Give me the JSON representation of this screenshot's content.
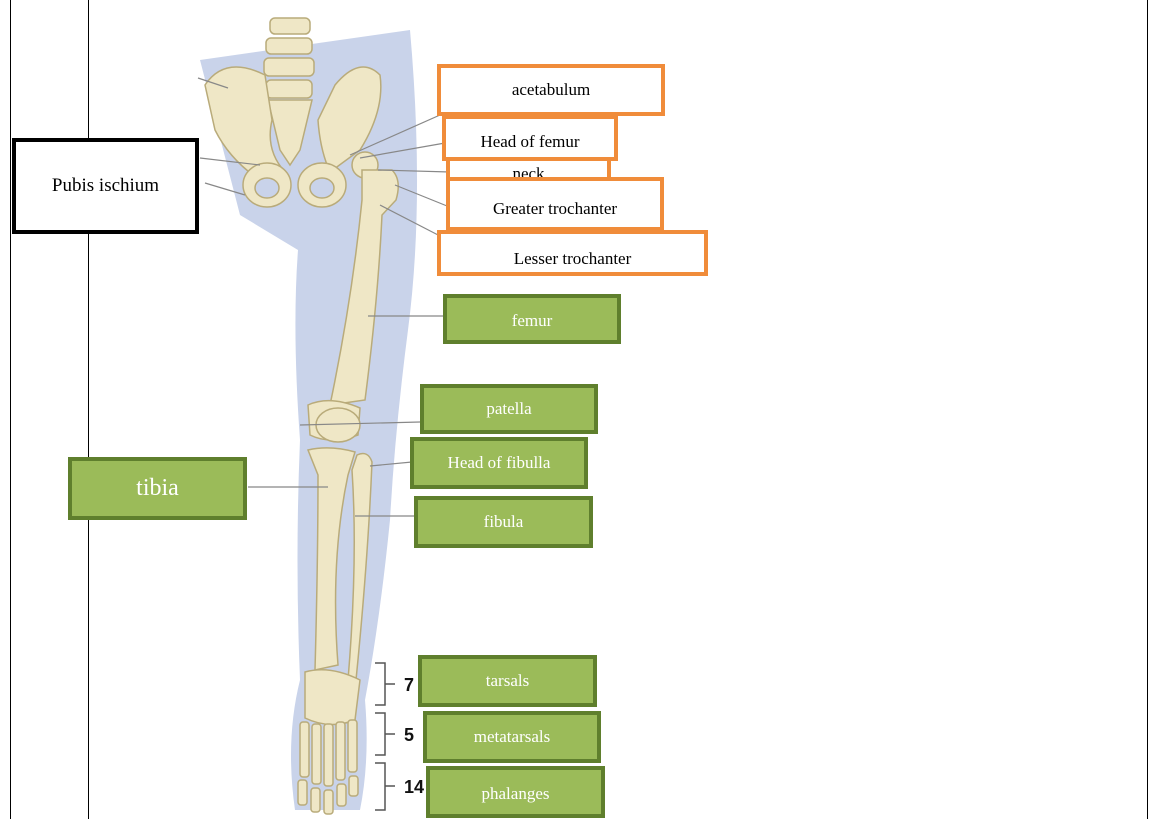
{
  "labels": {
    "acetabulum": "acetabulum",
    "head_of_femur": "Head of femur",
    "neck": "neck",
    "greater_trochanter": "Greater trochanter",
    "lesser_trochanter": "Lesser trochanter",
    "pubis_ischium": "Pubis ischium",
    "femur": "femur",
    "patella": "patella",
    "head_of_fibula": "Head of fibulla",
    "tibia": "tibia",
    "fibula": "fibula",
    "tarsals": "tarsals",
    "metatarsals": "metatarsals",
    "phalanges": "phalanges"
  },
  "bone_counts": {
    "tarsals": "7",
    "metatarsals": "5",
    "phalanges": "14"
  },
  "colors": {
    "orange_border": "#f08c3a",
    "green_fill": "#9bbb59",
    "green_border": "#5f7f2d",
    "limb_shadow": "#c9d3ea",
    "bone": "#efe7c6"
  }
}
